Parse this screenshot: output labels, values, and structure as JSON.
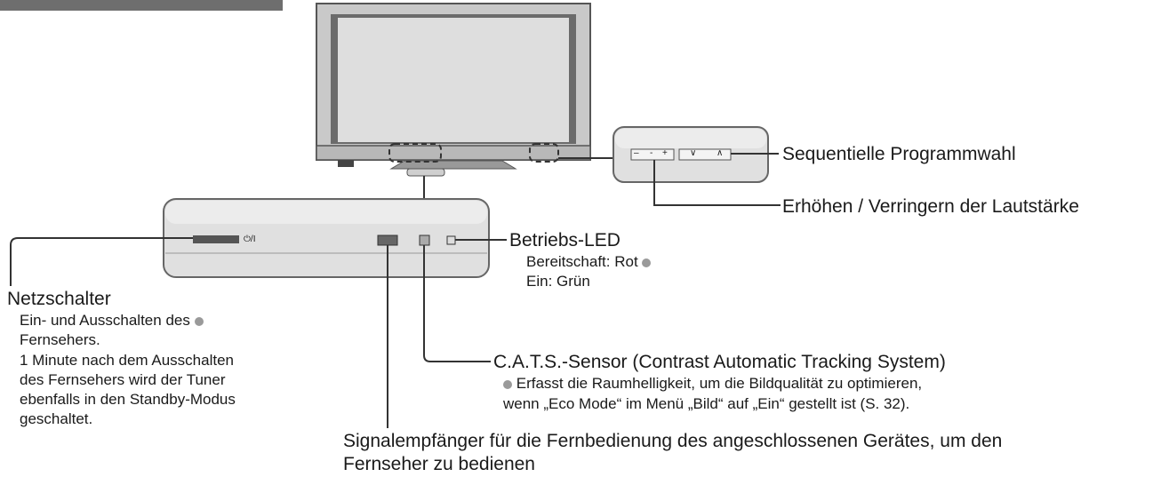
{
  "device_labels": {
    "power_mark": "⏻/I",
    "vol_minus": "–",
    "vol_dash": "-",
    "vol_plus": "+",
    "ch_down": "∨",
    "ch_up": "∧"
  },
  "callouts": {
    "sequential": "Sequentielle Programmwahl",
    "volume": "Erhöhen / Verringern der Lautstärke",
    "led_title": "Betriebs-LED",
    "led_standby": "Bereitschaft: Rot",
    "led_on": "Ein: Grün",
    "power_title": "Netzschalter",
    "power_line1": "Ein- und Ausschalten des",
    "power_line2": "Fernsehers.",
    "power_line3": "1 Minute nach dem Ausschalten\ndes Fernsehers wird der Tuner\nebenfalls in den Standby-Modus\ngeschaltet.",
    "cats_title": "C.A.T.S.-Sensor (Contrast Automatic Tracking System)",
    "cats_line1": "Erfasst die Raumhelligkeit, um die Bildqualität zu optimieren,",
    "cats_line2": "wenn „Eco Mode“ im Menü „Bild“ auf „Ein“ gestellt ist (S. 32).",
    "remote_line1": "Signalempfänger für die Fernbedienung des angeschlossenen Gerätes, um den",
    "remote_line2": "Fernseher zu bedienen"
  }
}
